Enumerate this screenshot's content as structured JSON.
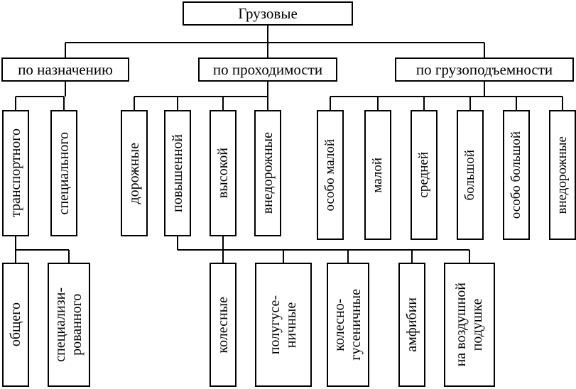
{
  "root": "Грузовые",
  "categories": {
    "purpose": "по назначению",
    "passability": "по проходимости",
    "capacity": "по грузоподъемности"
  },
  "purpose_items": {
    "transport": "транспортного",
    "special": "специального"
  },
  "transport_items": {
    "general": "общего",
    "specialized": "специализи-\nрованного"
  },
  "passability_items": {
    "road": "дорожные",
    "increased": "повышенной",
    "high": "высокой",
    "offroad": "внедорожные"
  },
  "increased_items": {
    "wheeled": "колесные",
    "halftrack": "полугусе-\nничные",
    "wheel_track": "колесно-\nгусеничные",
    "amphibian": "амфибии",
    "aircushion": "на воздушной\nподушке"
  },
  "capacity_items": {
    "very_small": "особо малой",
    "small": "малой",
    "medium": "средней",
    "large": "большой",
    "very_large": "особо большой",
    "offroad": "внедорожные"
  }
}
